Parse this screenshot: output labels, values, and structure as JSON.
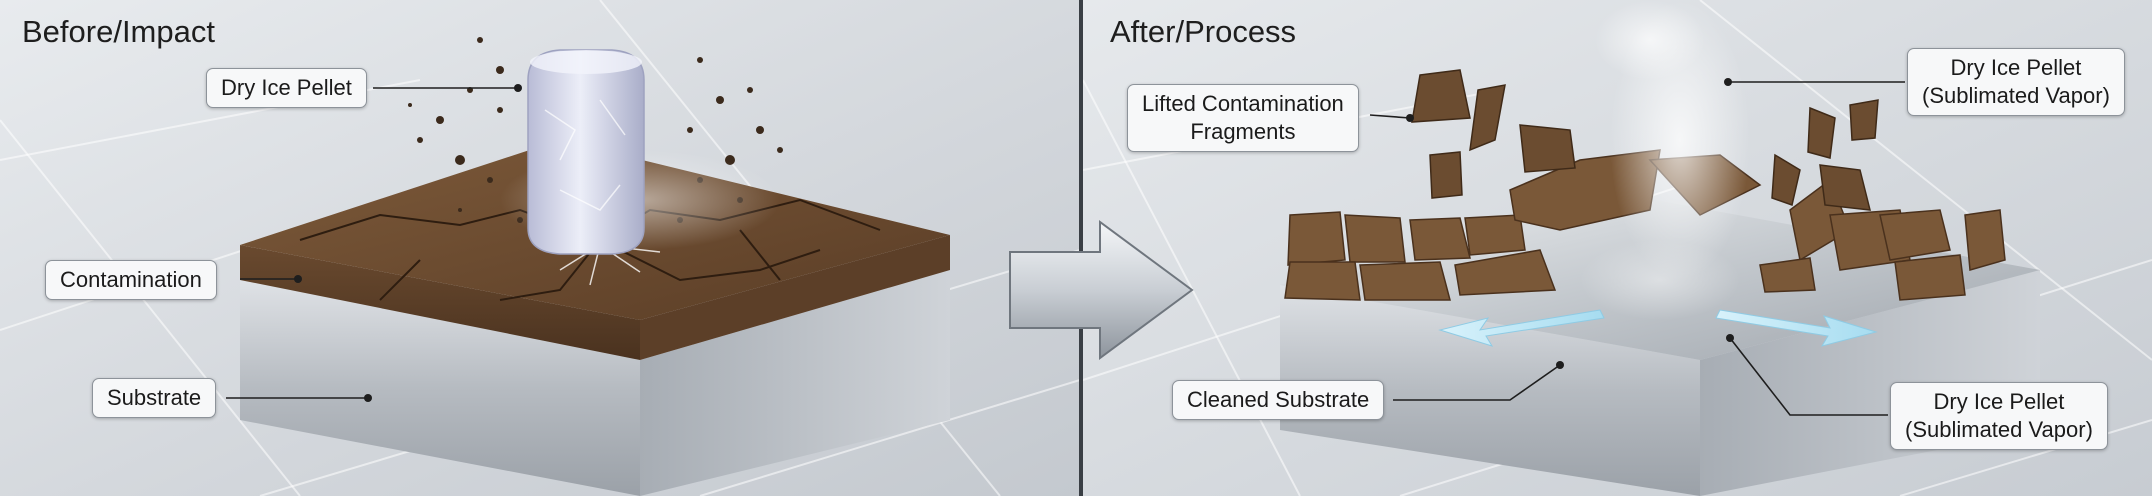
{
  "panels": {
    "left": {
      "title": "Before/Impact"
    },
    "right": {
      "title": "After/Process"
    }
  },
  "labels": {
    "dry_ice_pellet": "Dry Ice Pellet",
    "contamination": "Contamination",
    "substrate": "Substrate",
    "lifted_fragments": {
      "line1": "Lifted Contamination",
      "line2": "Fragments"
    },
    "vapor_top": {
      "line1": "Dry Ice Pellet",
      "line2": "(Sublimated Vapor)"
    },
    "cleaned_substrate": "Cleaned Substrate",
    "vapor_bottom": {
      "line1": "Dry Ice Pellet",
      "line2": "(Sublimated Vapor)"
    }
  },
  "colors": {
    "background": "#d9dde2",
    "contamination": "#6b4a2e",
    "metal": "#b9bec4",
    "ice": "#d6d9ee",
    "flow_arrow": "#bfe6f5"
  },
  "icons": {
    "process_arrow": "right-arrow-icon"
  }
}
